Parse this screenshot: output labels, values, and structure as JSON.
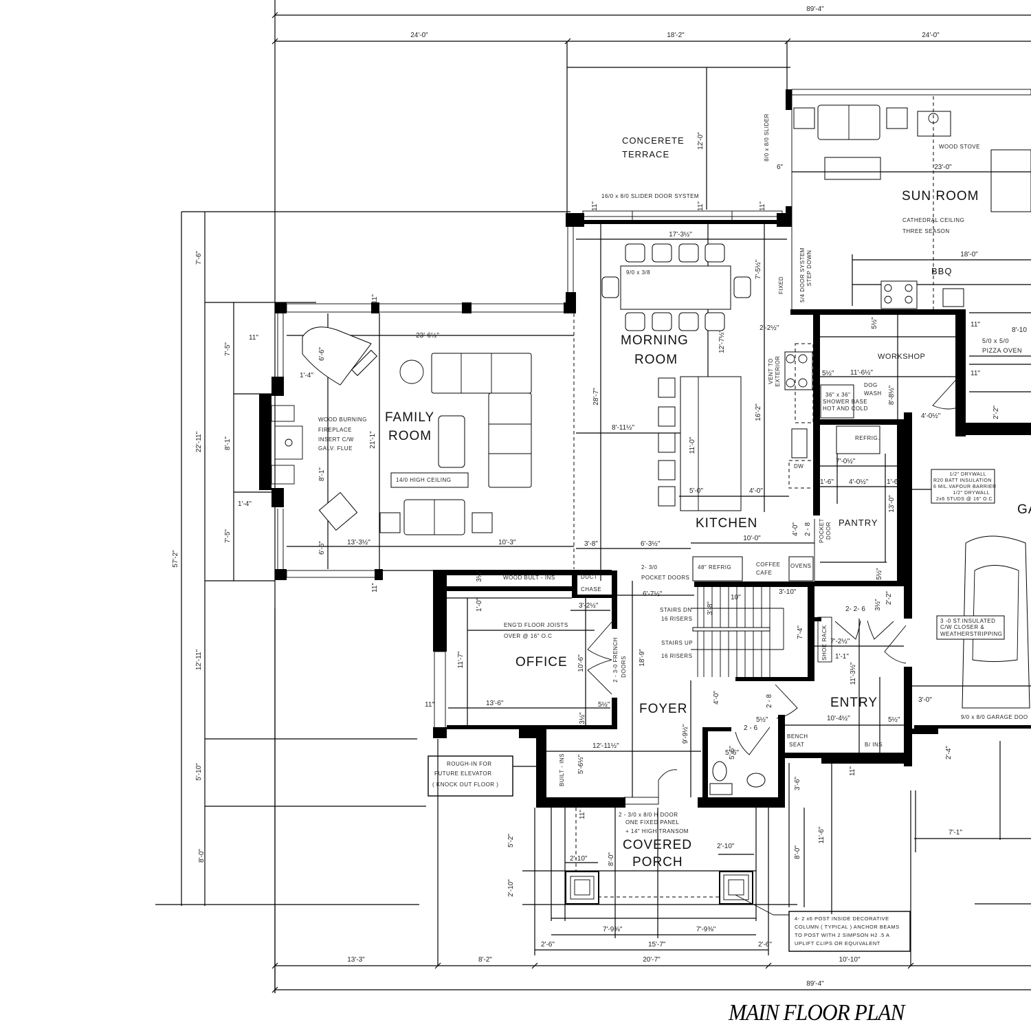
{
  "title": "MAIN FLOOR PLAN",
  "overall_dimensions": {
    "top_total": "89'-4\"",
    "top_segments": [
      "24'-0\"",
      "18'-2\"",
      "24'-0\""
    ],
    "bottom_total": "89'-4\"",
    "bottom_segments": [
      "13'-3\"",
      "8'-2\"",
      "20'-7\"",
      "10'-10\""
    ],
    "left_total": "57'-2\"",
    "left_segments": [
      "7'-6\"",
      "22'-11\"",
      "12'-11\"",
      "5'-10\"",
      "8'-0\""
    ]
  },
  "rooms": {
    "terrace": {
      "name_line1": "CONCERETE",
      "name_line2": "TERRACE",
      "dim": "12'-0\"",
      "slider_note": "16/0 x 8/0 SLIDER DOOR SYSTEM",
      "side_slider": "8/0 x 8/0 SLIDER",
      "side_dim": "6\""
    },
    "sun_room": {
      "name": "SUN ROOM",
      "note1": "CATHEDRAL CEILING",
      "note2": "THREE SEASON",
      "stove": "WOOD STOVE",
      "width": "23'-0\"",
      "bbq_dim": "18'-0\"",
      "bbq": "BBQ",
      "door": "5/4 DOOR SYSTEM",
      "step": "STEP DOWN"
    },
    "family_room": {
      "name_line1": "FAMILY",
      "name_line2": "ROOM",
      "ceiling": "14/0 HIGH CEILING",
      "width": "23'-6½\"",
      "depth": "21'-1\"",
      "fireplace_note": [
        "WOOD BURNING",
        "FIREPLACE",
        "INSERT C/W",
        "GALV. FLUE"
      ],
      "dims": [
        "11\"",
        "7'-5\"",
        "8'-1\"",
        "7'-5\"",
        "1'-4\"",
        "1'-4\"",
        "6'-6\"",
        "8'-1\"",
        "6'-6\"",
        "13'-3½\"",
        "10'-3\"",
        "11\"",
        "11\""
      ]
    },
    "morning_room": {
      "name_line1": "MORNING",
      "name_line2": "ROOM",
      "table": "9/0 x 3/8",
      "width": "17'-3½\"",
      "dims": [
        "7'-5½\"",
        "12'-7½\"",
        "2'-2½\"",
        "28'-7\"",
        "16'-2\"",
        "11\"",
        "11\"",
        "11\"",
        "11\""
      ],
      "fixed": "FIXED",
      "vent": [
        "VENT TO",
        "EXTERIOR"
      ]
    },
    "kitchen": {
      "name": "KITCHEN",
      "dims": [
        "8'-11½\"",
        "11'-0\"",
        "5'-0\"",
        "4'-0\"",
        "10'-0\"",
        "4'-0\"",
        "3'-8\"",
        "6'-3½\"",
        "2 - 8"
      ],
      "refrig": "48\" REFRIG",
      "coffee": [
        "COFFEE",
        "CAFE"
      ],
      "ovens": "OVENS",
      "dw": "DW",
      "pocket_doors": [
        "2- 3/0",
        "POCKET DOORS"
      ]
    },
    "workshop": {
      "name": "WORKSHOP",
      "dims": [
        "11'-6½\"",
        "5½\"",
        "5½\"",
        "8'-8½\"",
        "4'-0½\""
      ],
      "dog_wash": [
        "DOG",
        "WASH"
      ],
      "shower": [
        "36\" x 36\"",
        "SHOWER BASE",
        "HOT AND COLD"
      ],
      "pizza": [
        "5/0 x 5/0",
        "PIZZA OVEN"
      ],
      "pizza_dims": [
        "11\"",
        "8'-10",
        "11\"",
        "2'-2\""
      ]
    },
    "pantry": {
      "name": "PANTRY",
      "refrig": "REFRIG.",
      "pocket": [
        "POCKET",
        "DOOR"
      ],
      "dims": [
        "7'-0½\"",
        "1'-6\"",
        "4'-0½\"",
        "1'-6\"",
        "13'-0\"",
        "5½\""
      ]
    },
    "wall_note": [
      "1/2\" DRYWALL",
      "R20 BATT INSULATION",
      "6 MIL.VAPOUR BARRIER",
      "1/2\" DRYWALL",
      "2x6 STUDS @ 16\" O.C"
    ],
    "garage": {
      "name": "GA",
      "door_note": [
        "3 -0 ST.INSULATED",
        "C/W CLOSER &",
        "WEATHERSTRIPPING"
      ],
      "garage_door": "9/0 x 8/0 GARAGE DOO",
      "dims": [
        "3'-0\"",
        "2'-4\"",
        "7'-1\""
      ]
    },
    "office": {
      "name": "OFFICE",
      "dims": [
        "11'-7\"",
        "13'-6\"",
        "10'-6\"",
        "1'-0\"",
        "3½\"",
        "3'-2½\"",
        "5½\"",
        "3½\"",
        "11\""
      ],
      "joists": [
        "ENG'D FLOOR JOISTS",
        "OVER @ 16\" O.C"
      ],
      "builtins": "WOOD BULT - INS",
      "duct": [
        "DUCT",
        "CHASE"
      ],
      "french": [
        "2 - 3-0 FRENCH",
        "DOORS"
      ]
    },
    "foyer": {
      "name": "FOYER",
      "dims": [
        "18'-9\"",
        "6'-7½\"",
        "9'-9½\"",
        "12'-11½\"",
        "5'-6½\"",
        "4'-0\""
      ],
      "stairs_dn": [
        "STAIRS DN",
        "16 RISERS"
      ],
      "stairs_up": [
        "STAIRS UP",
        "16 RISERS"
      ],
      "stair_dims": [
        "3'-8\"",
        "10\"",
        "3'-10\"",
        "7'-4\""
      ],
      "built_ins": "BUILT - INS"
    },
    "entry": {
      "name": "ENTRY",
      "dims": [
        "10'-4½\"",
        "11'-3½\"",
        "7'-2½\"",
        "1'-1\"",
        "5½\"",
        "5½\"",
        "2'-2\"",
        "3½\"",
        "2- 2- 6",
        "2 - 8",
        "2 - 6",
        "5'-6\"",
        "5'-6\""
      ],
      "shoe_rack": "SHOE RACK",
      "bench": [
        "BENCH",
        "SEAT"
      ],
      "bins": "B/ INS"
    },
    "elevator_note": [
      "ROUGH-IN  FOR",
      "FUTURE ELEVATOR",
      "( KNOCK OUT FLOOR )"
    ],
    "porch": {
      "name_line1": "COVERED",
      "name_line2": "PORCH",
      "door_note": [
        "2 - 3/0 x 8/0 H DOOR",
        "ONE FIXED PANEL",
        "+ 14\" HIGH TRANSOM"
      ],
      "dims": [
        "2'-10\"",
        "2'-10\"",
        "8'-0\"",
        "5'-2\"",
        "2'-10\"",
        "3'-6\"",
        "8'-0\"",
        "11'-6\"",
        "11\"",
        "11\"",
        "7'-9⅜\"",
        "7'-9⅜\"",
        "15'-7\"",
        "2'-6\"",
        "2'-6\""
      ]
    },
    "post_note": [
      "4- 2 x6 POST INSIDE DECORATIVE",
      "COLUMN ( TYPICAL )  ANCHOR BEAMS",
      "TO POST WITH 2 SIMPSON  H2 .5 A",
      "UPLIFT CLIPS OR EQUIVALENT"
    ]
  }
}
